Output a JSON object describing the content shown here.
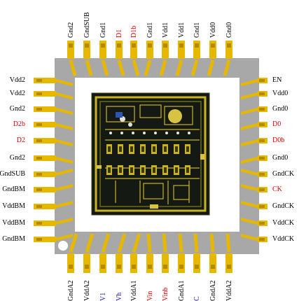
{
  "pins": {
    "top": [
      {
        "label": "Gnd2",
        "color": "black"
      },
      {
        "label": "GndSUB",
        "color": "black"
      },
      {
        "label": "Gnd1",
        "color": "black"
      },
      {
        "label": "D1",
        "color": "red"
      },
      {
        "label": "D1b",
        "color": "red"
      },
      {
        "label": "Gnd1",
        "color": "black"
      },
      {
        "label": "Vdd1",
        "color": "black"
      },
      {
        "label": "Vdd1",
        "color": "black"
      },
      {
        "label": "Gnd1",
        "color": "black"
      },
      {
        "label": "Vdd0",
        "color": "black"
      },
      {
        "label": "Gnd0",
        "color": "black"
      }
    ],
    "left": [
      {
        "label": "Vdd2",
        "color": "black"
      },
      {
        "label": "Vdd2",
        "color": "black"
      },
      {
        "label": "Gnd2",
        "color": "black"
      },
      {
        "label": "D2b",
        "color": "red"
      },
      {
        "label": "D2",
        "color": "red"
      },
      {
        "label": "Gnd2",
        "color": "black"
      },
      {
        "label": "GndSUB",
        "color": "black"
      },
      {
        "label": "GndBM",
        "color": "black"
      },
      {
        "label": "VddBM",
        "color": "black"
      },
      {
        "label": "VddBM",
        "color": "black"
      },
      {
        "label": "GndBM",
        "color": "black"
      }
    ],
    "right": [
      {
        "label": "EN",
        "color": "black"
      },
      {
        "label": "Vdd0",
        "color": "black"
      },
      {
        "label": "Gnd0",
        "color": "black"
      },
      {
        "label": "D0",
        "color": "red"
      },
      {
        "label": "D0b",
        "color": "red"
      },
      {
        "label": "Gnd0",
        "color": "black"
      },
      {
        "label": "GndCK",
        "color": "black"
      },
      {
        "label": "CK",
        "color": "red"
      },
      {
        "label": "GndCK",
        "color": "black"
      },
      {
        "label": "VddCK",
        "color": "black"
      },
      {
        "label": "VddCK",
        "color": "black"
      }
    ],
    "bottom": [
      {
        "label": "GndA2",
        "color": "black"
      },
      {
        "label": "VddA2",
        "color": "black"
      },
      {
        "label": "V1",
        "color": "blue"
      },
      {
        "label": "Vh",
        "color": "blue"
      },
      {
        "label": "VddA1",
        "color": "black"
      },
      {
        "label": "Vin",
        "color": "red"
      },
      {
        "label": "Vinb",
        "color": "red"
      },
      {
        "label": "GndA1",
        "color": "black"
      },
      {
        "label": "C",
        "color": "blue"
      },
      {
        "label": "GndA2",
        "color": "black"
      },
      {
        "label": "VddA2",
        "color": "black"
      }
    ]
  },
  "colors": {
    "black": "#000000",
    "red": "#e00000",
    "blue": "#1a1ab8",
    "package": "#a9a9a9",
    "pad": "#e6b800",
    "pad_dark": "#b38a00",
    "die_bg": "#151a12"
  }
}
